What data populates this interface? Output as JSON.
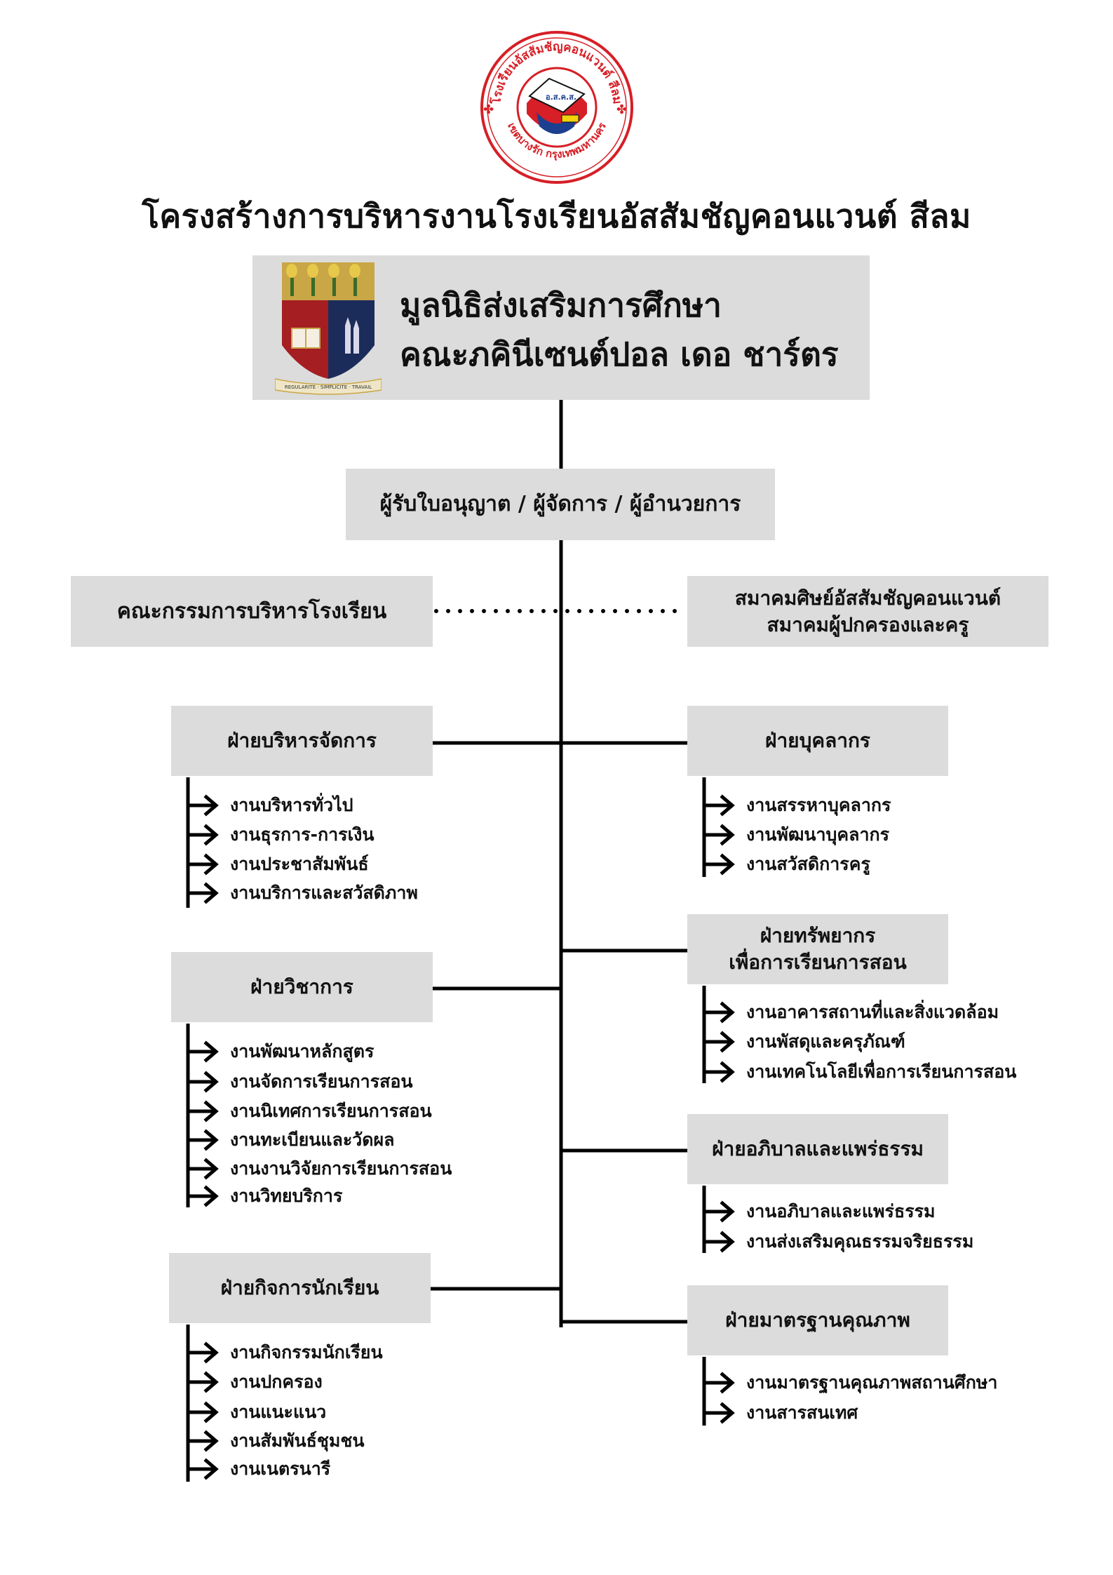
{
  "title": "โครงสร้างการบริหารงานโรงเรียนอัสสัมชัญคอนแวนต์ สีลม",
  "school_seal": {
    "ring_text": "โรงเรียนอัสสัมชัญคอนแวนต์ สีลม เขตบางรัก กรุงเทพมหานคร",
    "inner_text": "อ.ส.ค.ส.",
    "colors": {
      "red": "#d61f26",
      "blue": "#1c3f8f",
      "yellow": "#f2d20a"
    }
  },
  "foundation": {
    "line1": "มูลนิธิส่งเสริมการศึกษา",
    "line2": "คณะภคินีเซนต์ปอล เดอ ชาร์ตร",
    "crest_motto": [
      "REGULARITE",
      "SIMPLICITE",
      "TRAVAIL"
    ],
    "colors": {
      "red": "#a41e22",
      "navy": "#1b2c5a",
      "gold": "#c9a646"
    }
  },
  "director": "ผู้รับใบอนุญาต / ผู้จัดการ / ผู้อำนวยการ",
  "committee": "คณะกรรมการบริหารโรงเรียน",
  "associations": {
    "line1": "สมาคมศิษย์อัสสัมชัญคอนแวนต์",
    "line2": "สมาคมผู้ปกครองและครู"
  },
  "left_departments": [
    {
      "name": "ฝ่ายบริหารจัดการ",
      "items": [
        "งานบริหารทั่วไป",
        "งานธุรการ-การเงิน",
        "งานประชาสัมพันธ์",
        "งานบริการและสวัสดิภาพ"
      ]
    },
    {
      "name": "ฝ่ายวิชาการ",
      "items": [
        "งานพัฒนาหลักสูตร",
        "งานจัดการเรียนการสอน",
        "งานนิเทศการเรียนการสอน",
        "งานทะเบียนและวัดผล",
        "งานงานวิจัยการเรียนการสอน",
        "งานวิทยบริการ"
      ]
    },
    {
      "name": "ฝ่ายกิจการนักเรียน",
      "items": [
        "งานกิจกรรมนักเรียน",
        "งานปกครอง",
        "งานแนะแนว",
        "งานสัมพันธ์ชุมชน",
        "งานเนตรนารี"
      ]
    }
  ],
  "right_departments": [
    {
      "name": "ฝ่ายบุคลากร",
      "items": [
        "งานสรรหาบุคลากร",
        "งานพัฒนาบุคลากร",
        "งานสวัสดิการครู"
      ]
    },
    {
      "name_line1": "ฝ่ายทรัพยากร",
      "name_line2": "เพื่อการเรียนการสอน",
      "items": [
        "งานอาคารสถานที่และสิ่งแวดล้อม",
        "งานพัสดุและครุภัณฑ์",
        "งานเทคโนโลยีเพื่อการเรียนการสอน"
      ]
    },
    {
      "name": "ฝ่ายอภิบาลและแพร่ธรรม",
      "items": [
        "งานอภิบาลและแพร่ธรรม",
        "งานส่งเสริมคุณธรรมจริยธรรม"
      ]
    },
    {
      "name": "ฝ่ายมาตรฐานคุณภาพ",
      "items": [
        "งานมาตรฐานคุณภาพสถานศึกษา",
        "งานสารสนเทศ"
      ]
    }
  ],
  "colors": {
    "box_fill": "#dcdcdc",
    "line": "#000000"
  }
}
